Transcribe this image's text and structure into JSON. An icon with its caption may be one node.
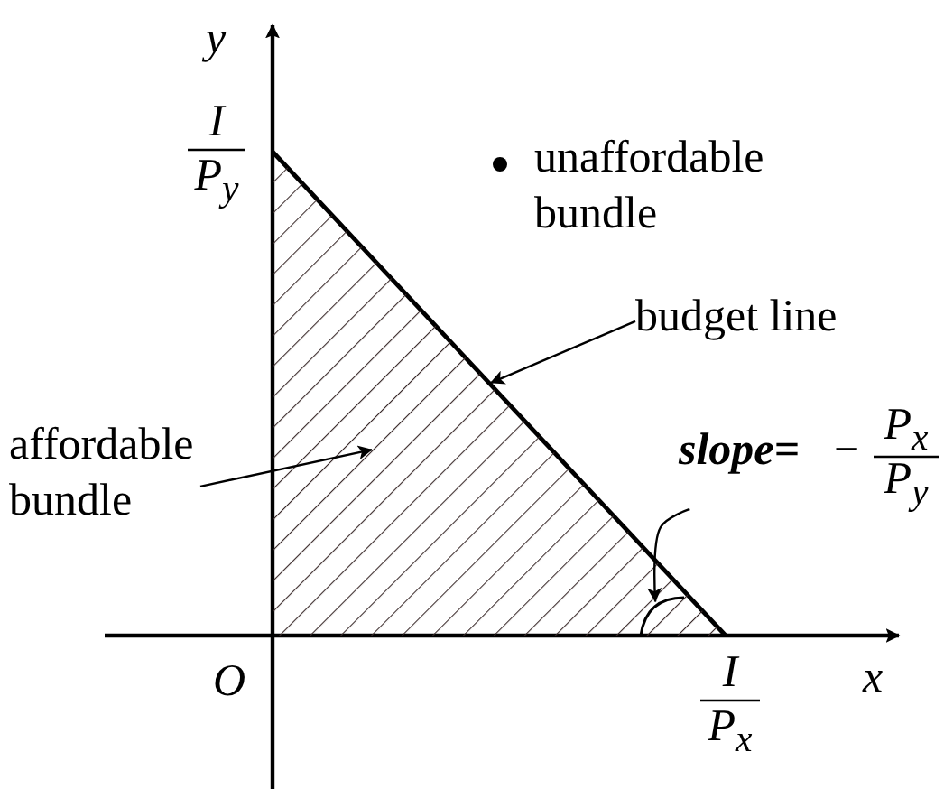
{
  "diagram": {
    "nodes": [
      {
        "text": [
          "budget line"
        ]
      },
      {
        "text": [],
        "shape": "line"
      },
      {
        "text": [
          "affordable bundle"
        ]
      },
      {
        "text": [],
        "shape": "triangle"
      },
      {
        "text": [
          "slope=",
          "−",
          "P$_{x}$",
          "P$_{y}$"
        ]
      },
      {
        "text": [],
        "shape": "arc",
        "in": 3
      }
    ],
    "edges": [
      {
        "from": 0,
        "to": 1,
        "arrow": "to"
      },
      {
        "from": 2,
        "to": 3,
        "arrow": "to"
      },
      {
        "from": 4,
        "to": 5,
        "arrow": "to"
      }
    ],
    "labels": [
      "y",
      "I",
      "P$_{y}$",
      "unaffordable bundle",
      "O",
      "I",
      "P$_{x}$",
      "x"
    ]
  }
}
